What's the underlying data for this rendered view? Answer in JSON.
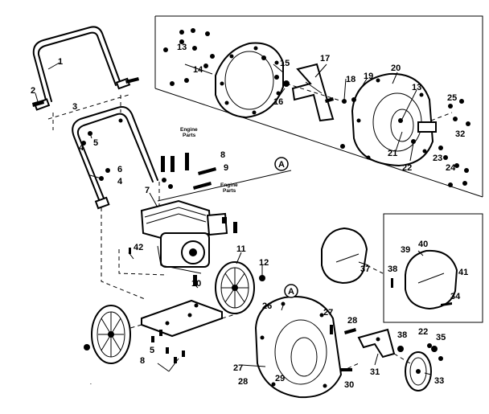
{
  "callouts": [
    {
      "id": "c1",
      "text": "1"
    },
    {
      "id": "c2",
      "text": "2"
    },
    {
      "id": "c3",
      "text": "3"
    },
    {
      "id": "c4a",
      "text": "4"
    },
    {
      "id": "c5a",
      "text": "5"
    },
    {
      "id": "c6",
      "text": "6"
    },
    {
      "id": "c4b",
      "text": "4"
    },
    {
      "id": "c7",
      "text": "7"
    },
    {
      "id": "c8a",
      "text": "8"
    },
    {
      "id": "c9",
      "text": "9"
    },
    {
      "id": "c42",
      "text": "42"
    },
    {
      "id": "c10",
      "text": "10"
    },
    {
      "id": "c11",
      "text": "11"
    },
    {
      "id": "c12",
      "text": "12"
    },
    {
      "id": "c8b",
      "text": "8"
    },
    {
      "id": "c5b",
      "text": "5"
    },
    {
      "id": "c13a",
      "text": "13"
    },
    {
      "id": "c14",
      "text": "14"
    },
    {
      "id": "c15",
      "text": "15"
    },
    {
      "id": "c16",
      "text": "16"
    },
    {
      "id": "c17",
      "text": "17"
    },
    {
      "id": "c18",
      "text": "18"
    },
    {
      "id": "c19",
      "text": "19"
    },
    {
      "id": "c20",
      "text": "20"
    },
    {
      "id": "c13b",
      "text": "13"
    },
    {
      "id": "c25",
      "text": "25"
    },
    {
      "id": "c32",
      "text": "32"
    },
    {
      "id": "c21",
      "text": "21"
    },
    {
      "id": "c22a",
      "text": "22"
    },
    {
      "id": "c23",
      "text": "23"
    },
    {
      "id": "c24",
      "text": "24"
    },
    {
      "id": "c37",
      "text": "37"
    },
    {
      "id": "c38a",
      "text": "38"
    },
    {
      "id": "c39",
      "text": "39"
    },
    {
      "id": "c40",
      "text": "40"
    },
    {
      "id": "c41",
      "text": "41"
    },
    {
      "id": "c34",
      "text": "34"
    },
    {
      "id": "c26",
      "text": "26"
    },
    {
      "id": "c27a",
      "text": "27"
    },
    {
      "id": "c28a",
      "text": "28"
    },
    {
      "id": "c27b",
      "text": "27"
    },
    {
      "id": "c28b",
      "text": "28"
    },
    {
      "id": "c29",
      "text": "29"
    },
    {
      "id": "c30",
      "text": "30"
    },
    {
      "id": "c31",
      "text": "31"
    },
    {
      "id": "c38b",
      "text": "38"
    },
    {
      "id": "c22b",
      "text": "22"
    },
    {
      "id": "c35",
      "text": "35"
    },
    {
      "id": "c33",
      "text": "33"
    }
  ],
  "engine_parts_label_1": [
    "Engine",
    "Parts"
  ],
  "engine_parts_label_2": [
    "Engine",
    "Parts"
  ],
  "section_markers": [
    "A",
    "A"
  ]
}
